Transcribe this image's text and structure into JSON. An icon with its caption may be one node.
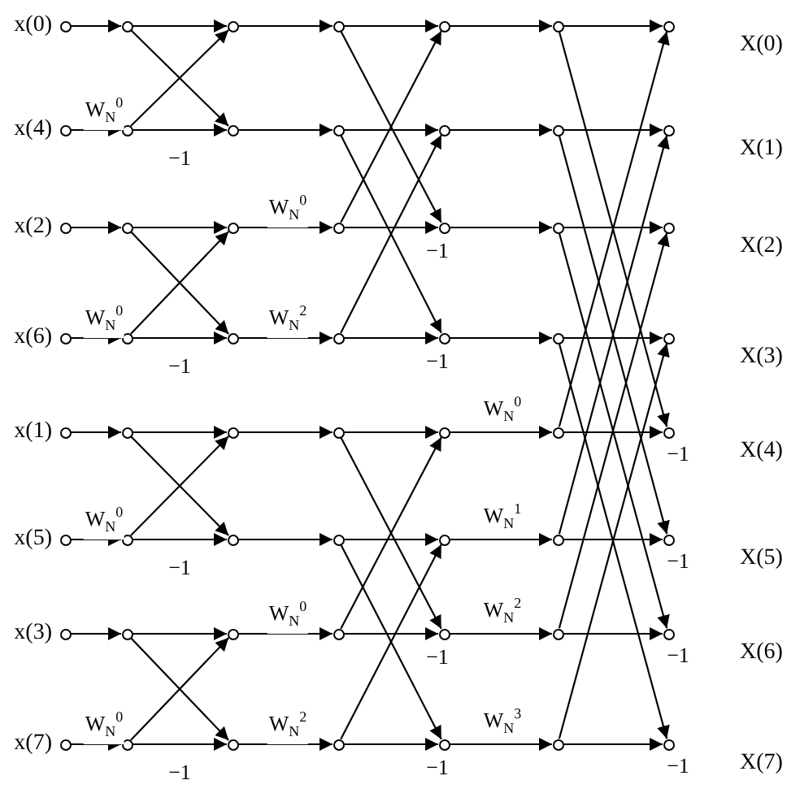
{
  "diagram": {
    "nodes": [
      {
        "text": [],
        "shape": "circle",
        "beside": [
          "x(0)"
        ]
      },
      {
        "text": [],
        "shape": "circle"
      },
      {
        "text": [],
        "shape": "circle"
      },
      {
        "text": [],
        "shape": "circle"
      },
      {
        "text": [],
        "shape": "circle"
      },
      {
        "text": [],
        "shape": "circle"
      },
      {
        "text": [],
        "shape": "circle",
        "beside": [
          "X(0)"
        ]
      },
      {
        "text": [],
        "shape": "circle",
        "beside": [
          "x(4)"
        ]
      },
      {
        "text": [],
        "shape": "circle"
      },
      {
        "text": [],
        "shape": "circle"
      },
      {
        "text": [],
        "shape": "circle"
      },
      {
        "text": [],
        "shape": "circle"
      },
      {
        "text": [],
        "shape": "circle"
      },
      {
        "text": [],
        "shape": "circle",
        "beside": [
          "X(1)"
        ]
      },
      {
        "text": [],
        "shape": "circle",
        "beside": [
          "x(2)"
        ]
      },
      {
        "text": [],
        "shape": "circle"
      },
      {
        "text": [],
        "shape": "circle"
      },
      {
        "text": [],
        "shape": "circle"
      },
      {
        "text": [],
        "shape": "circle"
      },
      {
        "text": [],
        "shape": "circle"
      },
      {
        "text": [],
        "shape": "circle",
        "beside": [
          "X(2)"
        ]
      },
      {
        "text": [],
        "shape": "circle",
        "beside": [
          "x(6)"
        ]
      },
      {
        "text": [],
        "shape": "circle"
      },
      {
        "text": [],
        "shape": "circle"
      },
      {
        "text": [],
        "shape": "circle"
      },
      {
        "text": [],
        "shape": "circle"
      },
      {
        "text": [],
        "shape": "circle"
      },
      {
        "text": [],
        "shape": "circle",
        "beside": [
          "X(3)"
        ]
      },
      {
        "text": [],
        "shape": "circle",
        "beside": [
          "x(1)"
        ]
      },
      {
        "text": [],
        "shape": "circle"
      },
      {
        "text": [],
        "shape": "circle"
      },
      {
        "text": [],
        "shape": "circle"
      },
      {
        "text": [],
        "shape": "circle"
      },
      {
        "text": [],
        "shape": "circle"
      },
      {
        "text": [],
        "shape": "circle",
        "beside": [
          "X(4)"
        ]
      },
      {
        "text": [],
        "shape": "circle",
        "beside": [
          "x(5)"
        ]
      },
      {
        "text": [],
        "shape": "circle"
      },
      {
        "text": [],
        "shape": "circle"
      },
      {
        "text": [],
        "shape": "circle"
      },
      {
        "text": [],
        "shape": "circle"
      },
      {
        "text": [],
        "shape": "circle"
      },
      {
        "text": [],
        "shape": "circle",
        "beside": [
          "X(5)"
        ]
      },
      {
        "text": [],
        "shape": "circle",
        "beside": [
          "x(3)"
        ]
      },
      {
        "text": [],
        "shape": "circle"
      },
      {
        "text": [],
        "shape": "circle"
      },
      {
        "text": [],
        "shape": "circle"
      },
      {
        "text": [],
        "shape": "circle"
      },
      {
        "text": [],
        "shape": "circle"
      },
      {
        "text": [],
        "shape": "circle",
        "beside": [
          "X(6)"
        ]
      },
      {
        "text": [],
        "shape": "circle",
        "beside": [
          "x(7)"
        ]
      },
      {
        "text": [],
        "shape": "circle"
      },
      {
        "text": [],
        "shape": "circle"
      },
      {
        "text": [],
        "shape": "circle"
      },
      {
        "text": [],
        "shape": "circle"
      },
      {
        "text": [],
        "shape": "circle"
      },
      {
        "text": [],
        "shape": "circle",
        "beside": [
          "X(7)"
        ]
      }
    ],
    "edges": [
      {
        "from": 0,
        "to": 1,
        "arrow": "to"
      },
      {
        "from": 7,
        "to": 8,
        "arrow": "to",
        "label": "W$_{N}$$^{0}$"
      },
      {
        "from": 14,
        "to": 15,
        "arrow": "to"
      },
      {
        "from": 21,
        "to": 22,
        "arrow": "to",
        "label": "W$_{N}$$^{0}$"
      },
      {
        "from": 28,
        "to": 29,
        "arrow": "to"
      },
      {
        "from": 35,
        "to": 36,
        "arrow": "to",
        "label": "W$_{N}$$^{0}$"
      },
      {
        "from": 42,
        "to": 43,
        "arrow": "to"
      },
      {
        "from": 49,
        "to": 50,
        "arrow": "to",
        "label": "W$_{N}$$^{0}$"
      },
      {
        "from": 1,
        "to": 2,
        "arrow": "to"
      },
      {
        "from": 1,
        "to": 9,
        "arrow": "to"
      },
      {
        "from": 8,
        "to": 9,
        "arrow": "to",
        "label": "−1"
      },
      {
        "from": 8,
        "to": 2,
        "arrow": "to"
      },
      {
        "from": 15,
        "to": 16,
        "arrow": "to"
      },
      {
        "from": 15,
        "to": 23,
        "arrow": "to"
      },
      {
        "from": 22,
        "to": 23,
        "arrow": "to",
        "label": "−1"
      },
      {
        "from": 22,
        "to": 16,
        "arrow": "to"
      },
      {
        "from": 29,
        "to": 30,
        "arrow": "to"
      },
      {
        "from": 29,
        "to": 37,
        "arrow": "to"
      },
      {
        "from": 36,
        "to": 37,
        "arrow": "to",
        "label": "−1"
      },
      {
        "from": 36,
        "to": 30,
        "arrow": "to"
      },
      {
        "from": 43,
        "to": 44,
        "arrow": "to"
      },
      {
        "from": 43,
        "to": 51,
        "arrow": "to"
      },
      {
        "from": 50,
        "to": 51,
        "arrow": "to",
        "label": "−1"
      },
      {
        "from": 50,
        "to": 44,
        "arrow": "to"
      },
      {
        "from": 2,
        "to": 3,
        "arrow": "to"
      },
      {
        "from": 9,
        "to": 10,
        "arrow": "to"
      },
      {
        "from": 16,
        "to": 17,
        "arrow": "to",
        "label": "W$_{N}$$^{0}$"
      },
      {
        "from": 23,
        "to": 24,
        "arrow": "to",
        "label": "W$_{N}$$^{2}$"
      },
      {
        "from": 30,
        "to": 31,
        "arrow": "to"
      },
      {
        "from": 37,
        "to": 38,
        "arrow": "to"
      },
      {
        "from": 44,
        "to": 45,
        "arrow": "to",
        "label": "W$_{N}$$^{0}$"
      },
      {
        "from": 51,
        "to": 52,
        "arrow": "to",
        "label": "W$_{N}$$^{2}$"
      },
      {
        "from": 3,
        "to": 4,
        "arrow": "to"
      },
      {
        "from": 3,
        "to": 18,
        "arrow": "to"
      },
      {
        "from": 10,
        "to": 11,
        "arrow": "to"
      },
      {
        "from": 10,
        "to": 25,
        "arrow": "to"
      },
      {
        "from": 17,
        "to": 18,
        "arrow": "to",
        "label": "−1"
      },
      {
        "from": 17,
        "to": 4,
        "arrow": "to"
      },
      {
        "from": 24,
        "to": 25,
        "arrow": "to",
        "label": "−1"
      },
      {
        "from": 24,
        "to": 11,
        "arrow": "to"
      },
      {
        "from": 31,
        "to": 32,
        "arrow": "to"
      },
      {
        "from": 31,
        "to": 46,
        "arrow": "to"
      },
      {
        "from": 38,
        "to": 39,
        "arrow": "to"
      },
      {
        "from": 38,
        "to": 53,
        "arrow": "to"
      },
      {
        "from": 45,
        "to": 46,
        "arrow": "to",
        "label": "−1"
      },
      {
        "from": 45,
        "to": 32,
        "arrow": "to"
      },
      {
        "from": 52,
        "to": 53,
        "arrow": "to",
        "label": "−1"
      },
      {
        "from": 52,
        "to": 39,
        "arrow": "to"
      },
      {
        "from": 4,
        "to": 5,
        "arrow": "to"
      },
      {
        "from": 11,
        "to": 12,
        "arrow": "to"
      },
      {
        "from": 18,
        "to": 19,
        "arrow": "to"
      },
      {
        "from": 25,
        "to": 26,
        "arrow": "to"
      },
      {
        "from": 32,
        "to": 33,
        "arrow": "to",
        "label": "W$_{N}$$^{0}$"
      },
      {
        "from": 39,
        "to": 40,
        "arrow": "to",
        "label": "W$_{N}$$^{1}$"
      },
      {
        "from": 46,
        "to": 47,
        "arrow": "to",
        "label": "W$_{N}$$^{2}$"
      },
      {
        "from": 53,
        "to": 54,
        "arrow": "to",
        "label": "W$_{N}$$^{3}$"
      },
      {
        "from": 5,
        "to": 6,
        "arrow": "to"
      },
      {
        "from": 5,
        "to": 34,
        "arrow": "to"
      },
      {
        "from": 12,
        "to": 13,
        "arrow": "to"
      },
      {
        "from": 12,
        "to": 41,
        "arrow": "to"
      },
      {
        "from": 19,
        "to": 20,
        "arrow": "to"
      },
      {
        "from": 19,
        "to": 48,
        "arrow": "to"
      },
      {
        "from": 26,
        "to": 27,
        "arrow": "to"
      },
      {
        "from": 26,
        "to": 55,
        "arrow": "to"
      },
      {
        "from": 33,
        "to": 34,
        "arrow": "to",
        "label": "−1"
      },
      {
        "from": 33,
        "to": 6,
        "arrow": "to"
      },
      {
        "from": 40,
        "to": 41,
        "arrow": "to",
        "label": "−1"
      },
      {
        "from": 40,
        "to": 13,
        "arrow": "to"
      },
      {
        "from": 47,
        "to": 48,
        "arrow": "to",
        "label": "−1"
      },
      {
        "from": 47,
        "to": 20,
        "arrow": "to"
      },
      {
        "from": 54,
        "to": 55,
        "arrow": "to",
        "label": "−1"
      },
      {
        "from": 54,
        "to": 27,
        "arrow": "to"
      }
    ]
  }
}
